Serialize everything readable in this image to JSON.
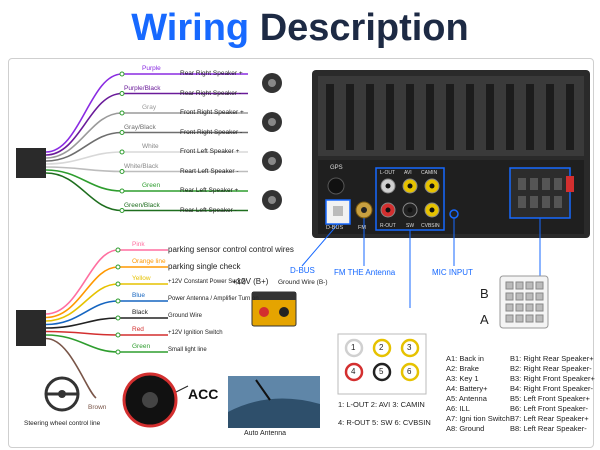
{
  "title": {
    "word1": "Wiring",
    "word2": "Description"
  },
  "colors": {
    "title_blue": "#1769ff",
    "title_dark": "#1d2a44",
    "pointer_blue": "#1769ff"
  },
  "speaker_wires": [
    {
      "color_name": "Purple",
      "label": "Rear Right Speaker +",
      "hex": "#8a2be2"
    },
    {
      "color_name": "Purple/Black",
      "label": "Rear Right Speaker -",
      "hex": "#6a1b9a"
    },
    {
      "color_name": "Gray",
      "label": "Front Right Speaker +",
      "hex": "#9a9a9a"
    },
    {
      "color_name": "Gray/Black",
      "label": "Front Right Speaker -",
      "hex": "#6e6e6e"
    },
    {
      "color_name": "White",
      "label": "Front Left Speaker +",
      "hex": "#d8d8d8"
    },
    {
      "color_name": "White/Black",
      "label": "Reart Left Speaker -",
      "hex": "#bdbdbd"
    },
    {
      "color_name": "Green",
      "label": "Rear Left Speaker +",
      "hex": "#2e9d2e"
    },
    {
      "color_name": "Green/Black",
      "label": "Rear Left Speaker -",
      "hex": "#1e6e1e"
    }
  ],
  "power_wires": [
    {
      "color_name": "Pink",
      "label": "parking sensor control control wires",
      "hex": "#ff6fa0"
    },
    {
      "color_name": "Orange line",
      "label": "parking single check",
      "hex": "#ff9800"
    },
    {
      "color_name": "Yellow",
      "label": "+12V Constant Power Supply",
      "hex": "#e6c200"
    },
    {
      "color_name": "Blue",
      "label": "Power Antenna / Amplifier Turn on",
      "hex": "#1565c0"
    },
    {
      "color_name": "Black",
      "label": "Ground Wire",
      "hex": "#222222"
    },
    {
      "color_name": "Red",
      "label": "+12V Ignition Switch",
      "hex": "#d32f2f"
    },
    {
      "color_name": "Green",
      "label": "Small light line",
      "hex": "#2e9d2e"
    },
    {
      "color_name": "Brown",
      "label": "",
      "hex": "#795548"
    }
  ],
  "battery": {
    "plus": "+12V (B+)",
    "ground": "Ground Wire (B-)"
  },
  "acc": "ACC",
  "steering": "Steering wheel control line",
  "auto_antenna": "Auto Antenna",
  "back_labels": {
    "gps": "GPS",
    "dbus": "D-BUS",
    "fm": "FM",
    "lout": "L-OUT",
    "avi": "AVI",
    "camin": "CAMIN",
    "rout": "R-OUT",
    "sw": "SW",
    "cvbsin": "CVBSIN"
  },
  "callouts": {
    "dbus": "D-BUS",
    "fm": "FM THE Antenna",
    "mic": "MIC INPUT"
  },
  "ab": {
    "b": "B",
    "a": "A"
  },
  "rca_circles": [
    {
      "n": "1",
      "ring": "#d0d0d0"
    },
    {
      "n": "2",
      "ring": "#e6c200"
    },
    {
      "n": "3",
      "ring": "#e6c200"
    },
    {
      "n": "4",
      "ring": "#d32f2f"
    },
    {
      "n": "5",
      "ring": "#222222"
    },
    {
      "n": "6",
      "ring": "#e6c200"
    }
  ],
  "rca_legend": [
    "1: L-OUT 2: AVI   3: CAMIN",
    "4: R-OUT 5: SW   6: CVBSIN"
  ],
  "pins_a": [
    "A1: Back  in",
    "A2: Brake",
    "A3: Key 1",
    "A4: Battery+",
    "A5: Antenna",
    "A6: ILL",
    "A7: Igni tion Switch",
    "A8: Ground"
  ],
  "pins_b": [
    "B1: Right Rear Speaker+",
    "B2: Right Rear Speaker-",
    "B3: Right Front Speaker+",
    "B4: Right Front Speaker-",
    "B5: Left Front Speaker+",
    "B6: Left Front Speaker-",
    "B7: Left Rear Speaker+",
    "B8: Left Rear Speaker-"
  ]
}
